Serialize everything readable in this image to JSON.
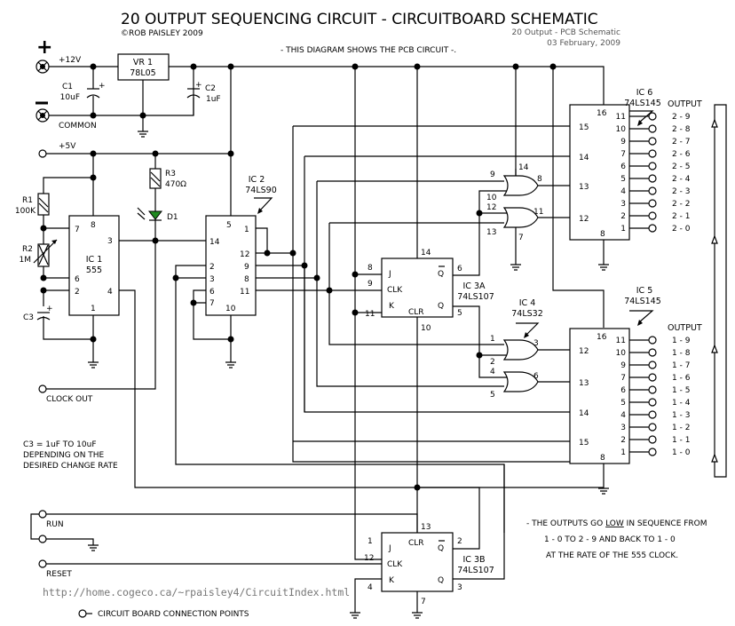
{
  "title": "20 OUTPUT SEQUENCING CIRCUIT - CIRCUITBOARD SCHEMATIC",
  "copyright": "©ROB PAISLEY 2009",
  "subtitle_right": "20 Output - PCB Schematic",
  "date": "03 February, 2009",
  "diagram_note": "- THIS DIAGRAM SHOWS THE PCB CIRCUIT -.",
  "power": {
    "plus_symbol": "+",
    "minus_symbol": "—",
    "v12_label": "+12V",
    "common_label": "COMMON",
    "v5_label": "+5V"
  },
  "components": {
    "vr1": {
      "name": "VR 1",
      "part": "78L05"
    },
    "c1": {
      "name": "C1",
      "value": "10uF"
    },
    "c2": {
      "name": "C2",
      "value": "1uF"
    },
    "c3": {
      "name": "C3"
    },
    "r1": {
      "name": "R1",
      "value": "100K"
    },
    "r2": {
      "name": "R2",
      "value": "1M"
    },
    "r3": {
      "name": "R3",
      "value": "470Ω"
    },
    "d1": {
      "name": "D1",
      "color": "#1f8a1f"
    },
    "ic1": {
      "name": "IC 1",
      "part": "555",
      "pins": {
        "p7": "7",
        "p8": "8",
        "p3": "3",
        "p6": "6",
        "p2": "2",
        "p4": "4",
        "p1": "1"
      }
    },
    "ic2": {
      "name": "IC 2",
      "part": "74LS90",
      "pins": {
        "p5": "5",
        "p1": "1",
        "p14": "14",
        "p12": "12",
        "p2": "2",
        "p9": "9",
        "p3": "3",
        "p8": "8",
        "p6": "6",
        "p11": "11",
        "p7": "7",
        "p10": "10"
      }
    },
    "ic3a": {
      "name": "IC 3A",
      "part": "74LS107",
      "pins": {
        "j": "J",
        "clk": "CLK",
        "k": "K",
        "clr": "CLR",
        "q": "Q",
        "qbar": "Q",
        "p8": "8",
        "p9": "9",
        "p11": "11",
        "p14": "14",
        "p10": "10",
        "p6": "6",
        "p5": "5"
      }
    },
    "ic3b": {
      "name": "IC 3B",
      "part": "74LS107",
      "pins": {
        "j": "J",
        "clk": "CLK",
        "k": "K",
        "clr": "CLR",
        "q": "Q",
        "qbar": "Q",
        "p1": "1",
        "p12": "12",
        "p4": "4",
        "p13": "13",
        "p7": "7",
        "p2": "2",
        "p3": "3"
      }
    },
    "ic4": {
      "name": "IC 4",
      "part": "74LS32",
      "gate_pins": {
        "g1": [
          "9",
          "10",
          "8",
          "14"
        ],
        "g2": [
          "12",
          "13",
          "11",
          "7"
        ],
        "g3": [
          "1",
          "2",
          "3"
        ],
        "g4": [
          "4",
          "5",
          "6"
        ]
      }
    },
    "ic5": {
      "name": "IC 5",
      "part": "74LS145",
      "inputs": [
        "12",
        "13",
        "14",
        "15"
      ],
      "vcc": "16",
      "gnd": "8",
      "out_pins": [
        "11",
        "10",
        "9",
        "7",
        "6",
        "5",
        "4",
        "3",
        "2",
        "1"
      ]
    },
    "ic6": {
      "name": "IC 6",
      "part": "74LS145",
      "inputs": [
        "15",
        "14",
        "13",
        "12"
      ],
      "vcc": "16",
      "gnd": "8",
      "out_pins": [
        "11",
        "10",
        "9",
        "7",
        "6",
        "5",
        "4",
        "3",
        "2",
        "1"
      ]
    }
  },
  "outputs": {
    "header": "OUTPUT",
    "ic6_labels": [
      "2 - 9",
      "2 - 8",
      "2 - 7",
      "2 - 6",
      "2 - 5",
      "2 - 4",
      "2 - 3",
      "2 - 2",
      "2 - 1",
      "2 - 0"
    ],
    "ic5_labels": [
      "1 - 9",
      "1 - 8",
      "1 - 7",
      "1 - 6",
      "1 - 5",
      "1 - 4",
      "1 - 3",
      "1 - 2",
      "1 - 1",
      "1 - 0"
    ]
  },
  "terminals": {
    "clock_out": "CLOCK OUT",
    "run": "RUN",
    "reset": "RESET"
  },
  "notes": {
    "c3_note": [
      "C3 = 1uF TO 10uF",
      "DEPENDING ON THE",
      "DESIRED CHANGE RATE"
    ],
    "sequence_note": [
      "- THE OUTPUTS GO",
      "LOW",
      "IN SEQUENCE FROM",
      "1 - 0 TO 2 - 9 AND BACK TO 1 - 0",
      "AT THE RATE OF THE 555 CLOCK."
    ],
    "legend": "CIRCUIT BOARD CONNECTION POINTS"
  },
  "url": "http://home.cogeco.ca/~rpaisley4/CircuitIndex.html"
}
